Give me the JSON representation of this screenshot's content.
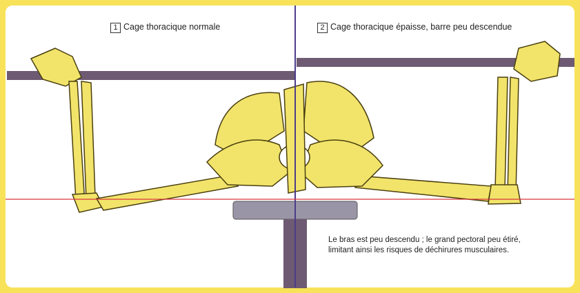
{
  "panels": [
    {
      "number": "1",
      "label": "Cage thoracique normale"
    },
    {
      "number": "2",
      "label": "Cage thoracique épaisse, barre peu descendue"
    }
  ],
  "note": {
    "line1": "Le bras est peu descendu ; le grand pectoral peu étiré,",
    "line2": "limitant ainsi les risques de déchirures musculaires."
  },
  "colors": {
    "background": "#f7e25a",
    "bone": "#f2e46a",
    "bone_outline": "#4a3f10",
    "bar": "#6e5a72",
    "bench": "#9a95a6",
    "divider": "#4b3b8a",
    "reference_line": "#d9363e"
  }
}
